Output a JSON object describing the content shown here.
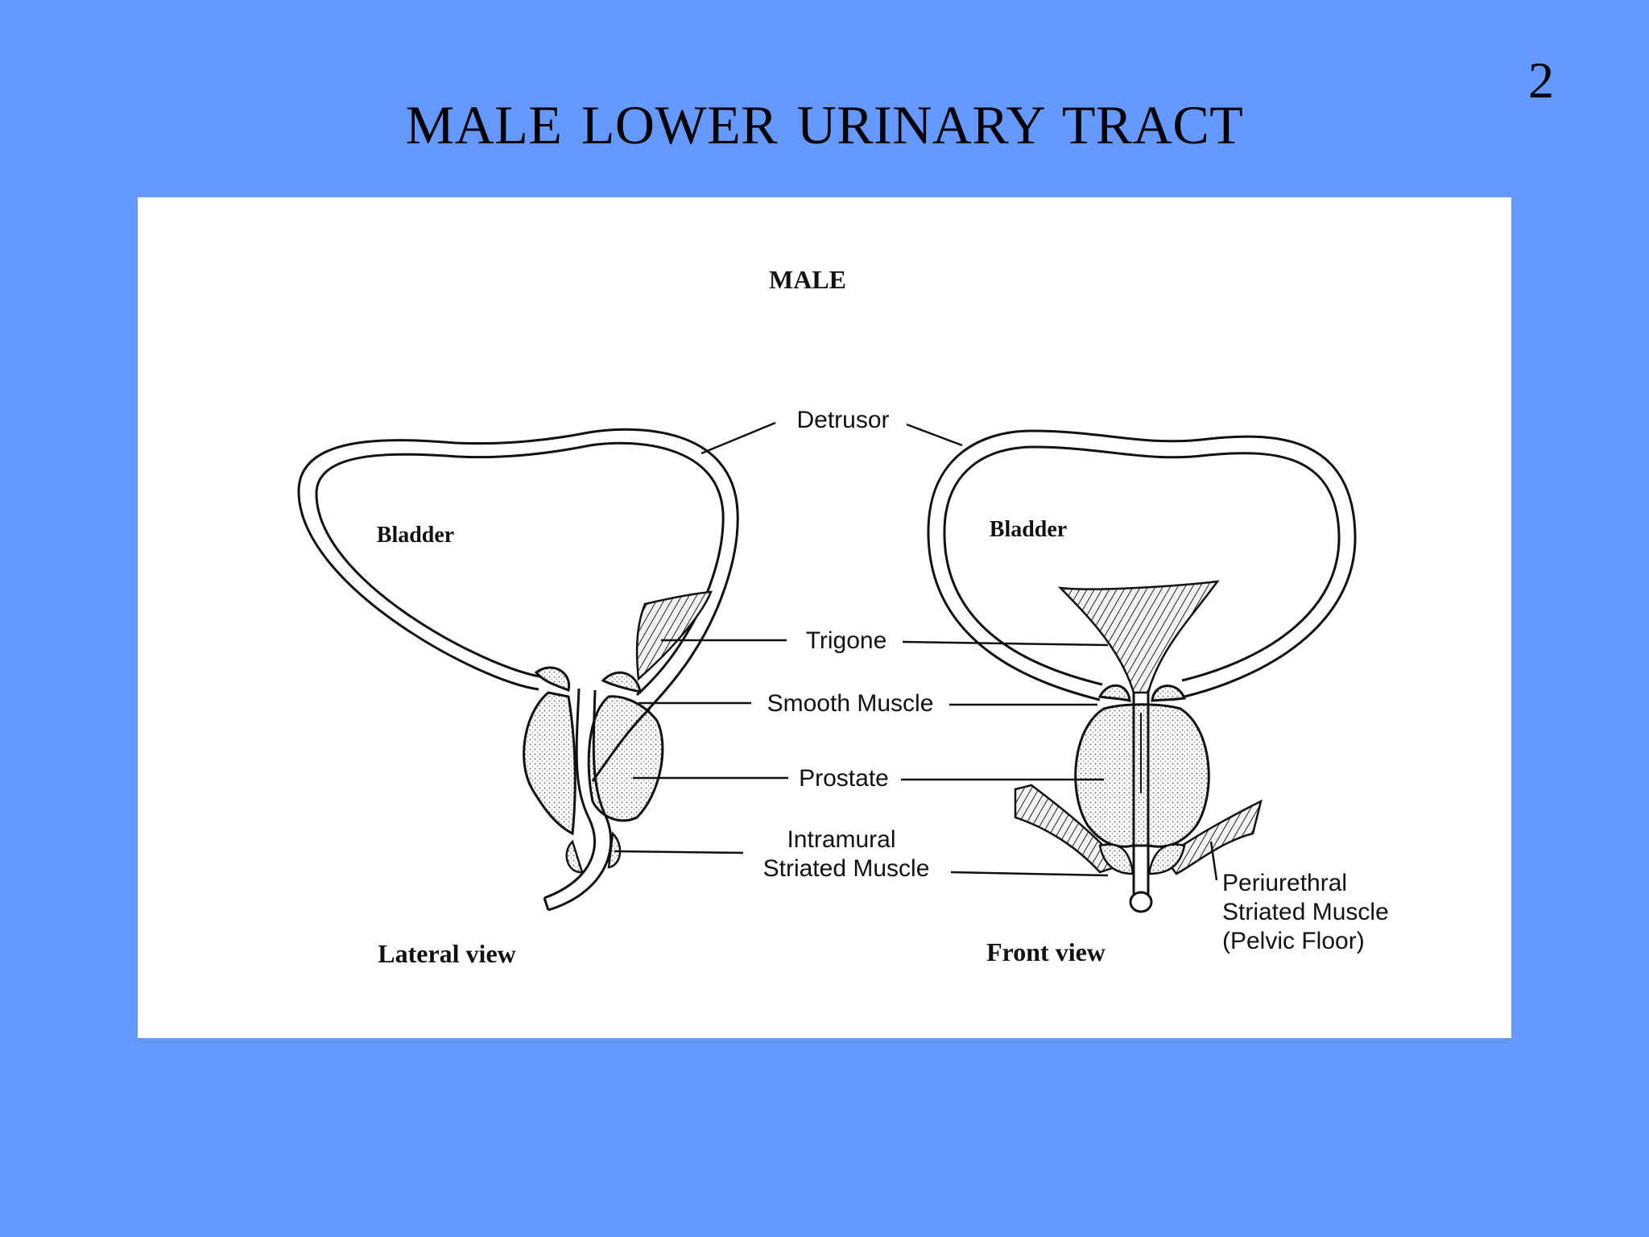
{
  "slide": {
    "number": "2",
    "title": "MALE  LOWER URINARY TRACT"
  },
  "figure": {
    "heading": "MALE",
    "lateral_view": {
      "caption": "Lateral view",
      "bladder_label": "Bladder"
    },
    "front_view": {
      "caption": "Front view",
      "bladder_label": "Bladder"
    },
    "labels": {
      "detrusor": "Detrusor",
      "trigone": "Trigone",
      "smooth_muscle": "Smooth Muscle",
      "prostate": "Prostate",
      "intramural_line1": "Intramural",
      "intramural_line2": "Striated Muscle",
      "periurethral_line1": "Periurethral",
      "periurethral_line2": "Striated Muscle",
      "periurethral_line3": "(Pelvic Floor)"
    }
  },
  "colors": {
    "background": "#6699ff",
    "panel": "#ffffff",
    "ink": "#111111"
  }
}
